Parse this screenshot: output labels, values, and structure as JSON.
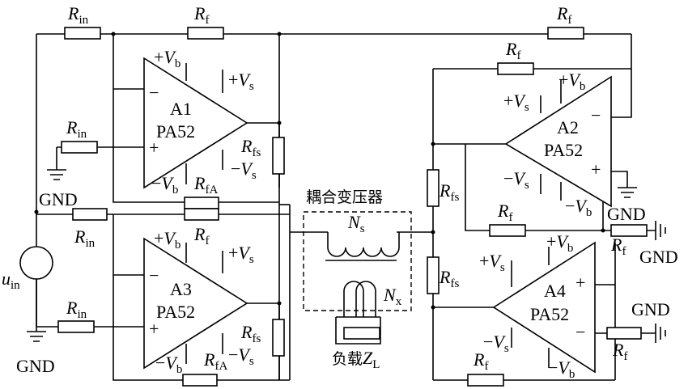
{
  "opamps": [
    {
      "id": "A1",
      "name": "A1",
      "model": "PA52"
    },
    {
      "id": "A2",
      "name": "A2",
      "model": "PA52"
    },
    {
      "id": "A3",
      "name": "A3",
      "model": "PA52"
    },
    {
      "id": "A4",
      "name": "A4",
      "model": "PA52"
    }
  ],
  "symbols": {
    "plus": "+",
    "minus": "−",
    "Vb_sym": "V",
    "Vb_sub": "b",
    "Vs_sym": "V",
    "Vs_sub": "s"
  },
  "resistors": {
    "R_sym": "R",
    "in_sub": "in",
    "f_sub": "f",
    "fs_sub": "fs",
    "fA_sub": "fA"
  },
  "transformer": {
    "title": "耦合变压器",
    "Ns_sym": "N",
    "Ns_sub": "s",
    "Nx_sym": "N",
    "Nx_sub": "x"
  },
  "load": {
    "prefix": "负载",
    "Z_sym": "Z",
    "Z_sub": "L"
  },
  "source": {
    "u_sym": "u",
    "u_sub": "in"
  },
  "ground_label": "GND"
}
